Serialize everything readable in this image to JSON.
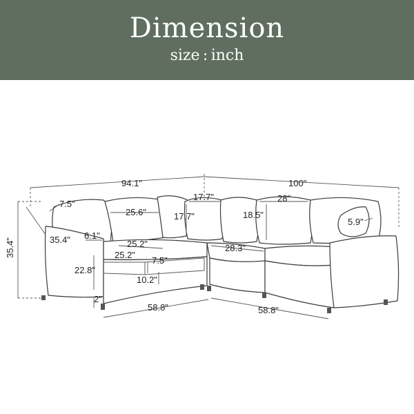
{
  "header": {
    "title": "Dimension",
    "subtitle": "size : inch",
    "background_color": "#5f6e5f"
  },
  "dimensions": {
    "total_left_length": "94.1\"",
    "total_right_length": "100\"",
    "arm_width": "7.5\"",
    "back_cushion_width": "25.6\"",
    "pillow_gap": "17.7\"",
    "corner_back_height": "17.7\"",
    "corner_cushion_width": "28\"",
    "back_cushion_height": "18.5\"",
    "right_arm_width": "5.9\"",
    "overall_height": "35.4\"",
    "depth": "35.4\"",
    "arm_height_above_seat": "6.1\"",
    "seat_depth": "25.2\"",
    "seat_width": "25.2\"",
    "storage_depth": "7.5\"",
    "corner_seat_width": "28.3\"",
    "seat_height": "22.8\"",
    "storage_height": "10.2\"",
    "leg_height": "2\"",
    "left_base_length": "58.8\"",
    "right_base_length": "58.8\""
  }
}
